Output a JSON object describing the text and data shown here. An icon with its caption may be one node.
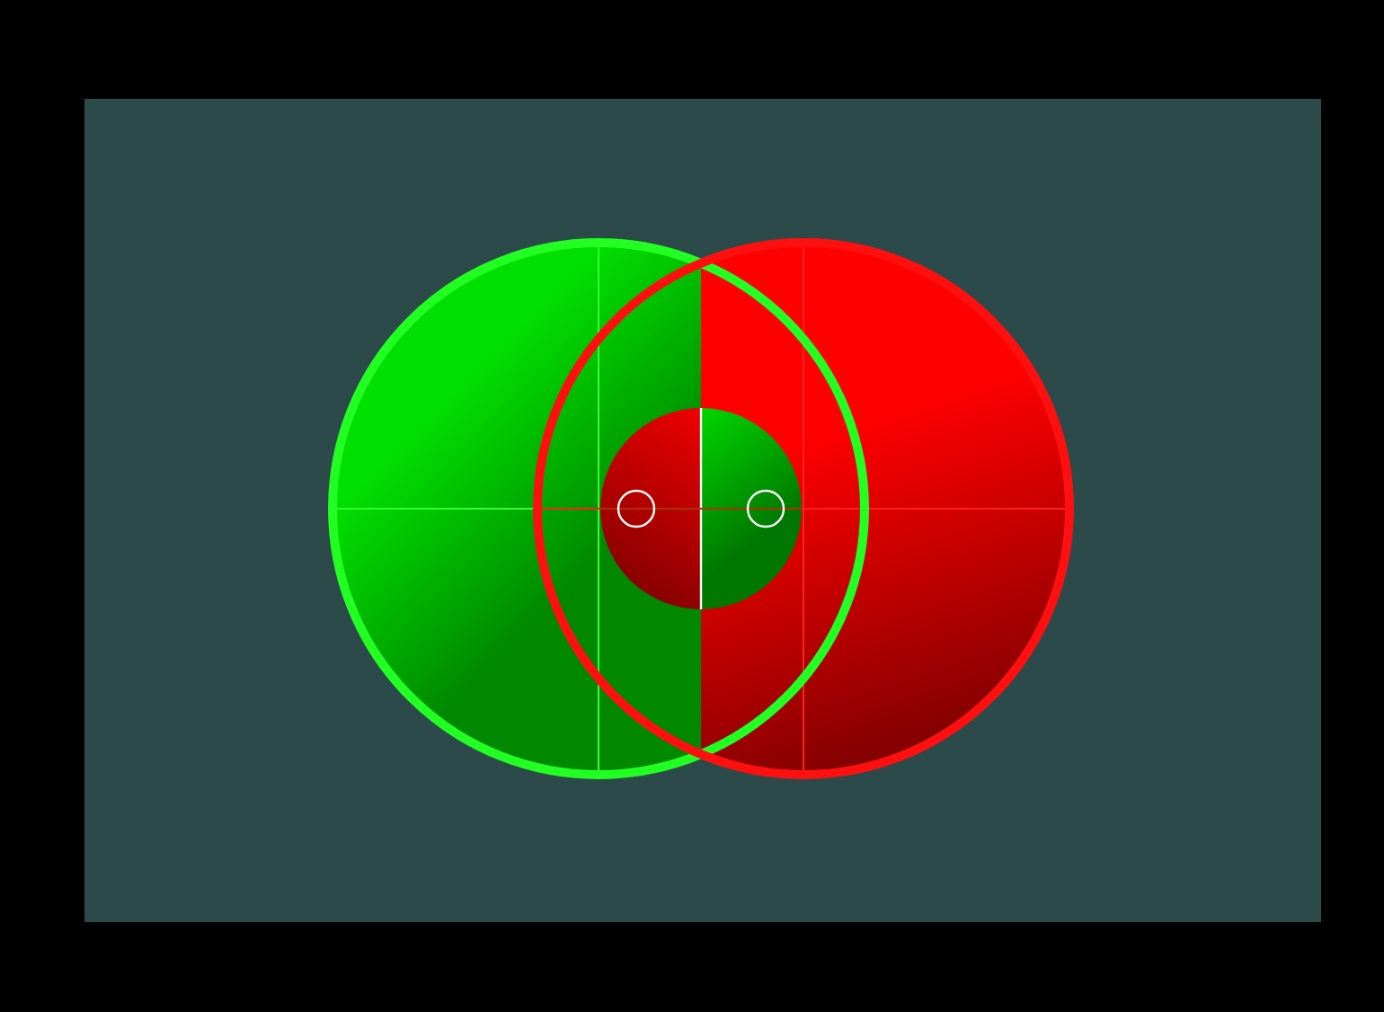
{
  "diagram": {
    "nodes": [
      {
        "text": [],
        "shape": "circle"
      },
      {
        "text": [],
        "shape": "circle"
      },
      {
        "text": [],
        "shape": "circle"
      },
      {
        "text": [],
        "shape": "circle",
        "in": 2
      },
      {
        "text": [],
        "shape": "circle",
        "in": 2
      }
    ]
  }
}
